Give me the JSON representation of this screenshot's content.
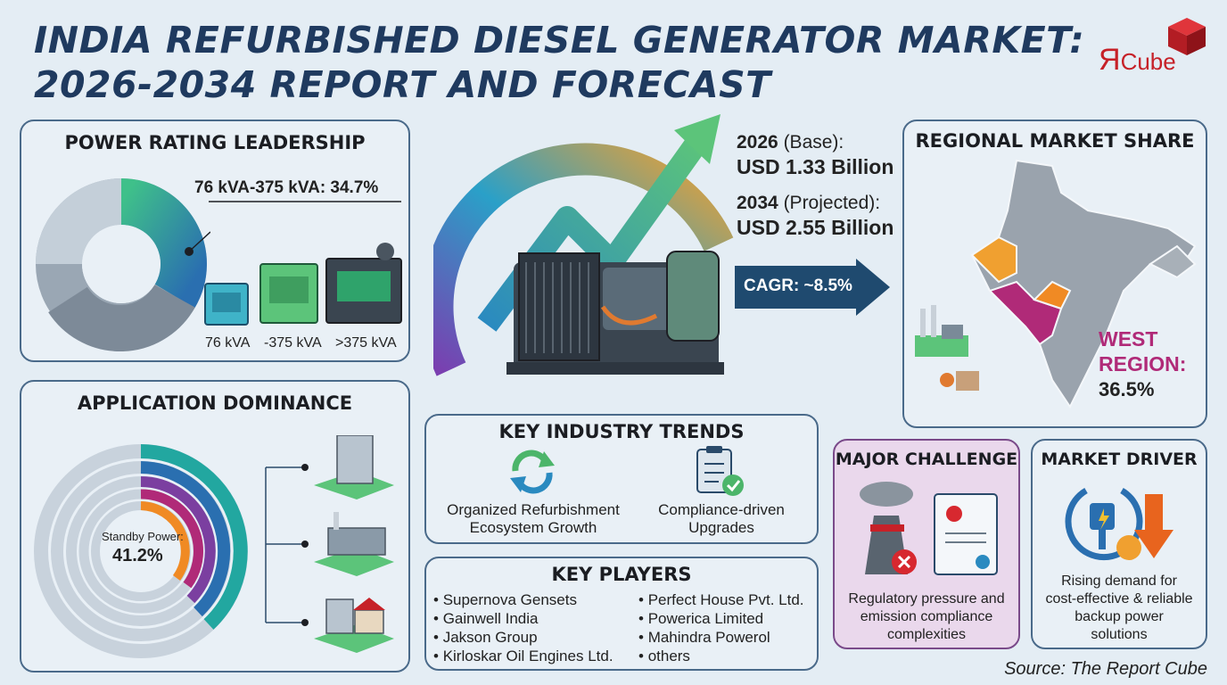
{
  "header": {
    "title_line1": "INDIA REFURBISHED DIESEL GENERATOR MARKET:",
    "title_line2": "2026-2034 REPORT AND FORECAST",
    "logo_r": "Я",
    "logo_cube": "Cube"
  },
  "power_rating": {
    "title": "POWER RATING LEADERSHIP",
    "highlight": "76 kVA-375 kVA: 34.7%",
    "highlight_value": 34.7,
    "labels": [
      "76 kVA",
      "-375 kVA",
      ">375 kVA"
    ]
  },
  "market_size": {
    "base_year": "2026",
    "base_note": "(Base):",
    "base_value": "USD 1.33 Billion",
    "proj_year": "2034",
    "proj_note": "(Projected):",
    "proj_value": "USD 2.55 Billion",
    "cagr": "CAGR: ~8.5%"
  },
  "regional": {
    "title": "REGIONAL MARKET SHARE",
    "region_line1": "WEST",
    "region_line2": "REGION:",
    "region_value": "36.5%"
  },
  "application": {
    "title": "APPLICATION DOMINANCE",
    "center_label": "Standby Power:",
    "center_value": "41.2%"
  },
  "trends": {
    "title": "KEY INDUSTRY TRENDS",
    "item1_line1": "Organized Refurbishment",
    "item1_line2": "Ecosystem Growth",
    "item2_line1": "Compliance-driven",
    "item2_line2": "Upgrades"
  },
  "players": {
    "title": "KEY PLAYERS",
    "col1": [
      "Supernova Gensets",
      "Gainwell India",
      "Jakson Group",
      "Kirloskar Oil Engines Ltd."
    ],
    "col2": [
      "Perfect House Pvt. Ltd.",
      "Powerica Limited",
      "Mahindra Powerol",
      "others"
    ]
  },
  "challenge": {
    "title": "MAJOR CHALLENGE",
    "line1": "Regulatory pressure and",
    "line2": "emission compliance",
    "line3": "complexities"
  },
  "driver": {
    "title": "MARKET DRIVER",
    "line1": "Rising demand for",
    "line2": "cost-effective & reliable",
    "line3": "backup power",
    "line4": "solutions"
  },
  "footer": {
    "source": "Source: The Report Cube"
  },
  "colors": {
    "navy": "#1f3a5f",
    "accent_red": "#c62128",
    "teal": "#22a7a0",
    "green": "#4cb56a",
    "purple": "#7b3fa0",
    "orange": "#f08a24",
    "magenta": "#b02a78"
  }
}
